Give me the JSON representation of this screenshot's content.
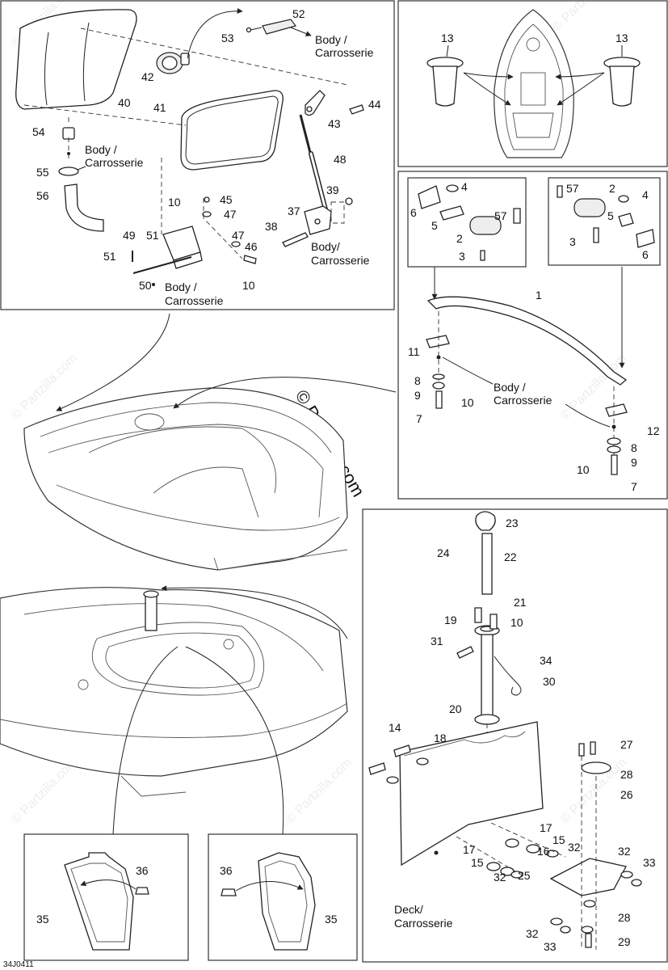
{
  "labels": {
    "n1": "1",
    "n2a": "2",
    "n2b": "2",
    "n3a": "3",
    "n3b": "3",
    "n4a": "4",
    "n4b": "4",
    "n5a": "5",
    "n5b": "5",
    "n6a": "6",
    "n6b": "6",
    "n7a": "7",
    "n7b": "7",
    "n8a": "8",
    "n8b": "8",
    "n9a": "9",
    "n9b": "9",
    "n10a": "10",
    "n10b": "10",
    "n10c": "10",
    "n10d": "10",
    "n10e": "10",
    "n11": "11",
    "n12": "12",
    "n13a": "13",
    "n13b": "13",
    "n14": "14",
    "n15a": "15",
    "n15b": "15",
    "n16": "16",
    "n17a": "17",
    "n17b": "17",
    "n18": "18",
    "n19": "19",
    "n20": "20",
    "n21": "21",
    "n22": "22",
    "n23": "23",
    "n24": "24",
    "n25": "25",
    "n26": "26",
    "n27": "27",
    "n28a": "28",
    "n28b": "28",
    "n29": "29",
    "n30": "30",
    "n31": "31",
    "n32a": "32",
    "n32b": "32",
    "n32c": "32",
    "n32d": "32",
    "n33a": "33",
    "n33b": "33",
    "n34": "34",
    "n35a": "35",
    "n35b": "35",
    "n36a": "36",
    "n36b": "36",
    "n37": "37",
    "n38": "38",
    "n39": "39",
    "n40": "40",
    "n41": "41",
    "n42": "42",
    "n43": "43",
    "n44": "44",
    "n45": "45",
    "n46": "46",
    "n47a": "47",
    "n47b": "47",
    "n48": "48",
    "n49": "49",
    "n50": "50",
    "n51a": "51",
    "n51b": "51",
    "n52": "52",
    "n53": "53",
    "n54": "54",
    "n55": "55",
    "n56": "56",
    "n57a": "57",
    "n57b": "57"
  },
  "body_words": {
    "line1": "Body /",
    "line2": "Carrosserie",
    "line1b": "Body/"
  },
  "deck_words": {
    "line1": "Deck/",
    "line2": "Carrosserie"
  },
  "watermark": {
    "brand": "© Partzilla.com",
    "small": "© Partzilla.com"
  },
  "diagram_code": "34J0411"
}
